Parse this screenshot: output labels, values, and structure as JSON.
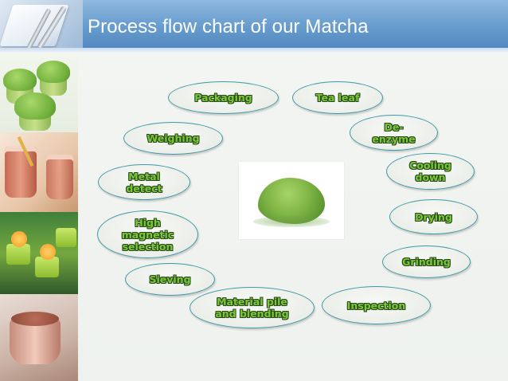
{
  "slide": {
    "title": "Process flow chart of our Matcha"
  },
  "diagram": {
    "center_image": "matcha-powder",
    "nodes": [
      {
        "id": "packaging",
        "label": "Packaging"
      },
      {
        "id": "tea-leaf",
        "label": "Tea leaf"
      },
      {
        "id": "de-enzyme",
        "label": "De-\nenzyme"
      },
      {
        "id": "cooling-down",
        "label": "Cooling\ndown"
      },
      {
        "id": "drying",
        "label": "Drying"
      },
      {
        "id": "grinding",
        "label": "Grinding"
      },
      {
        "id": "inspection",
        "label": "Inspection"
      },
      {
        "id": "material-pile",
        "label": "Material pile\nand blending"
      },
      {
        "id": "sieving",
        "label": "Sieving"
      },
      {
        "id": "high-magnetic",
        "label": "High\nmagnetic\nselection"
      },
      {
        "id": "metal-detect",
        "label": "Metal\ndetect"
      },
      {
        "id": "weighing",
        "label": "Weighing"
      }
    ]
  },
  "colors": {
    "header": "#5a8fc6",
    "node_border": "#3e9aa8",
    "node_text": "#7ac83a"
  }
}
